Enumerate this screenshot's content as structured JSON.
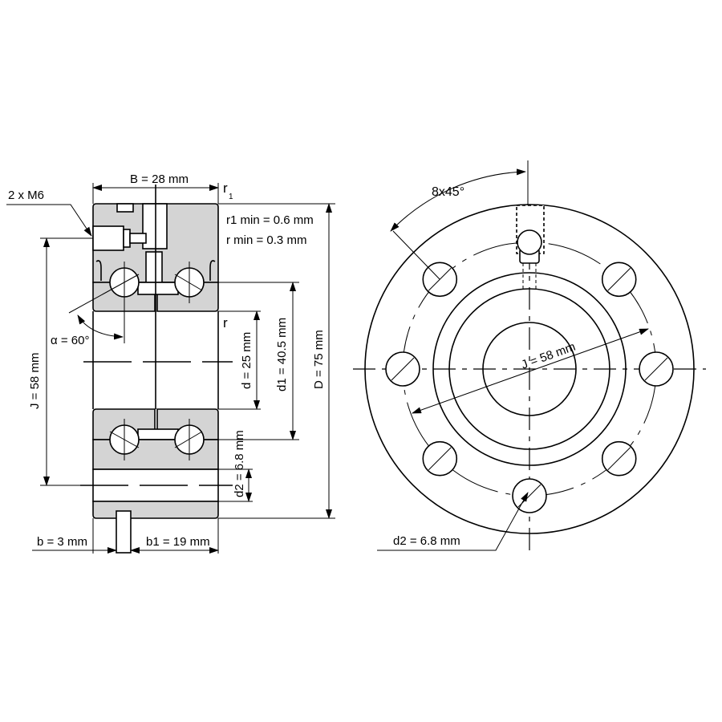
{
  "side_view": {
    "width_label": "B = 28 mm",
    "thread_label": "2 x M6",
    "r1_label": "r",
    "r1_sub": "1",
    "r1_min_label": "r1 min = 0.6 mm",
    "r_min_label": "r min = 0.3 mm",
    "r_label": "r",
    "angle_label": "α = 60°",
    "J_label": "J = 58 mm",
    "d_label": "d = 25 mm",
    "d1_label": "d1 = 40.5 mm",
    "D_label": "D = 75 mm",
    "d2_label": "d2 = 6.8 mm",
    "b_label": "b = 3 mm",
    "b1_label": "b1 = 19 mm"
  },
  "front_view": {
    "pattern_label": "8x45°",
    "J_label": "J = 58 mm",
    "d2_label": "d2 = 6.8 mm"
  }
}
